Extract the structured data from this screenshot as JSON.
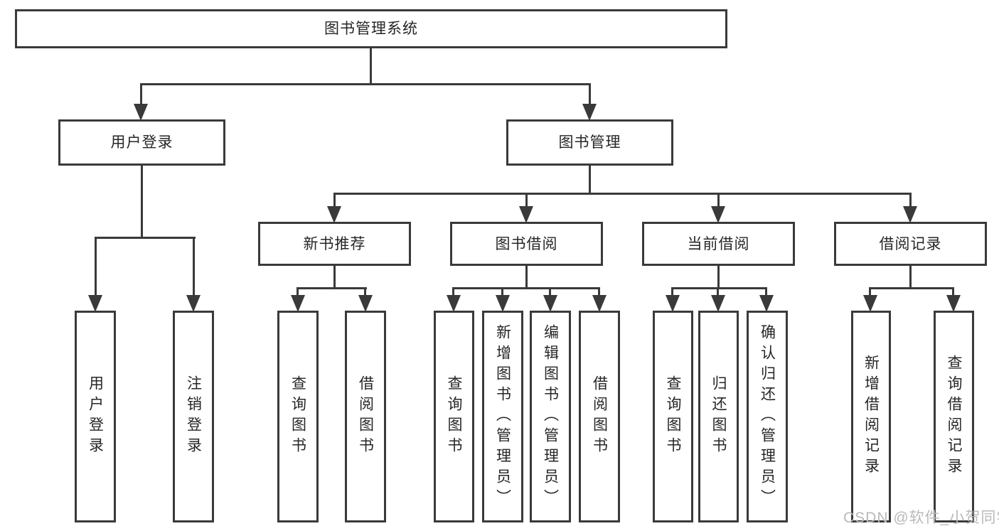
{
  "title": "图书管理系统",
  "level2": [
    "用户登录",
    "图书管理"
  ],
  "level3": [
    "新书推荐",
    "图书借阅",
    "当前借阅",
    "借阅记录"
  ],
  "leaves_login": [
    "用户登录",
    "注销登录"
  ],
  "leaves_newbook": [
    "查询图书",
    "借阅图书"
  ],
  "leaves_borrow": [
    "查询图书",
    "新增图书（管理员）",
    "编辑图书（管理员）",
    "借阅图书"
  ],
  "leaves_current": [
    "查询图书",
    "归还图书",
    "确认归还（管理员）"
  ],
  "leaves_records": [
    "新增借阅记录",
    "查询借阅记录"
  ],
  "watermark": "CSDN @软件_小贺同学",
  "colors": {
    "line": "#3a3a3a",
    "text": "#262626",
    "watermark": "#b9b9b9"
  }
}
